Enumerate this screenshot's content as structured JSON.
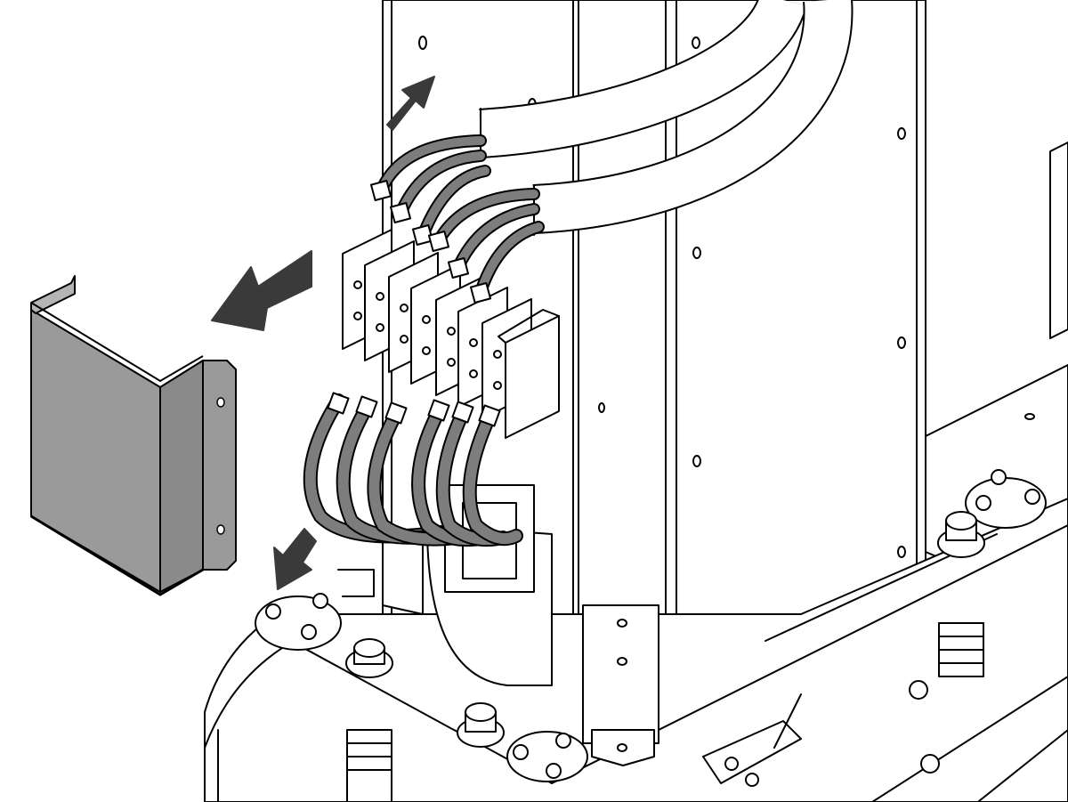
{
  "figure": {
    "kind": "technical-exploded-illustration",
    "colors": {
      "line": "#000000",
      "paper": "#ffffff",
      "cover_fill": "#9a9a9a",
      "cover_shadow": "#7a7a7a",
      "cable_fill": "#7d7d7d",
      "arrow_fill": "#3a3a3a"
    },
    "arrows": [
      {
        "name": "arrow-up-right",
        "direction": "up-right"
      },
      {
        "name": "arrow-left",
        "direction": "left"
      },
      {
        "name": "arrow-down-left",
        "direction": "down-left"
      }
    ]
  }
}
